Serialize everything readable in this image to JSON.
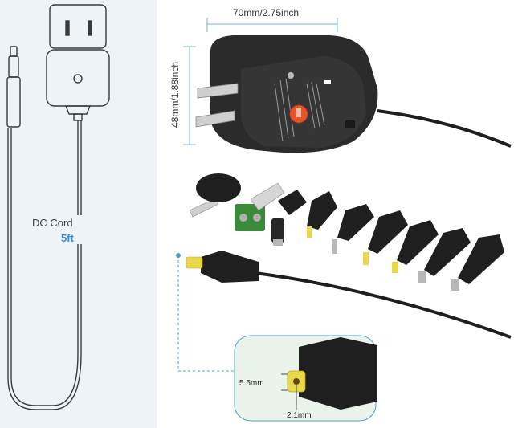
{
  "labels": {
    "dc_cord": "DC Cord",
    "dc_cord_length": "5ft",
    "width_dimension": "70mm/2.75inch",
    "height_dimension": "48mm/1.88inch",
    "outer_diameter": "5.5mm",
    "inner_diameter": "2.1mm"
  },
  "colors": {
    "accent": "#2f8fd8",
    "dimension_lines": "#7ab8d9",
    "callout_dash": "#4aa3c7",
    "left_panel_bg": "#eef3f8",
    "adapter_body": "#2b2b2b",
    "voltage_dial": "#e8542a",
    "terminal_green": "#3a8a3a",
    "connector_tip_gold": "#e8d84a"
  }
}
